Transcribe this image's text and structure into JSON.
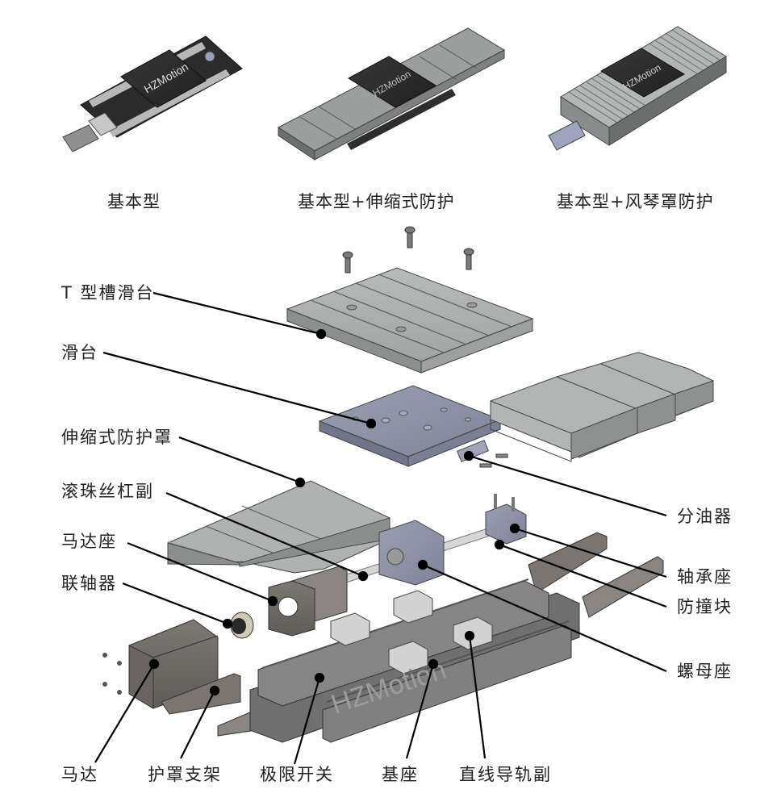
{
  "variants": [
    {
      "caption": "基本型",
      "watermark": "HZMotion"
    },
    {
      "caption": "基本型+伸缩式防护",
      "watermark": "HZMotion"
    },
    {
      "caption": "基本型+风琴罩防护",
      "watermark": "HZMotion"
    }
  ],
  "exploded_view": {
    "watermark": "HZMotion",
    "left_labels": [
      {
        "id": "t-slot-table",
        "text": "T 型槽滑台"
      },
      {
        "id": "slide-table",
        "text": "滑台"
      },
      {
        "id": "telescopic-cover",
        "text": "伸缩式防护罩"
      },
      {
        "id": "ball-screw",
        "text": "滚珠丝杠副"
      },
      {
        "id": "motor-mount",
        "text": "马达座"
      },
      {
        "id": "coupling",
        "text": "联轴器"
      }
    ],
    "right_labels": [
      {
        "id": "oil-distributor",
        "text": "分油器"
      },
      {
        "id": "bearing-housing",
        "text": "轴承座"
      },
      {
        "id": "bumper-block",
        "text": "防撞块"
      },
      {
        "id": "nut-housing",
        "text": "螺母座"
      }
    ],
    "bottom_labels": [
      {
        "id": "motor",
        "text": "马达"
      },
      {
        "id": "cover-bracket",
        "text": "护罩支架"
      },
      {
        "id": "limit-switch",
        "text": "极限开关"
      },
      {
        "id": "base",
        "text": "基座"
      },
      {
        "id": "linear-guide",
        "text": "直线导轨副"
      }
    ]
  },
  "colors": {
    "dark_part": "#2e2e2e",
    "grey_part": "#a9abab",
    "blue_grey_part": "#8e93a6",
    "brown_grey_part": "#6e6a66",
    "leader_line": "#000000"
  }
}
